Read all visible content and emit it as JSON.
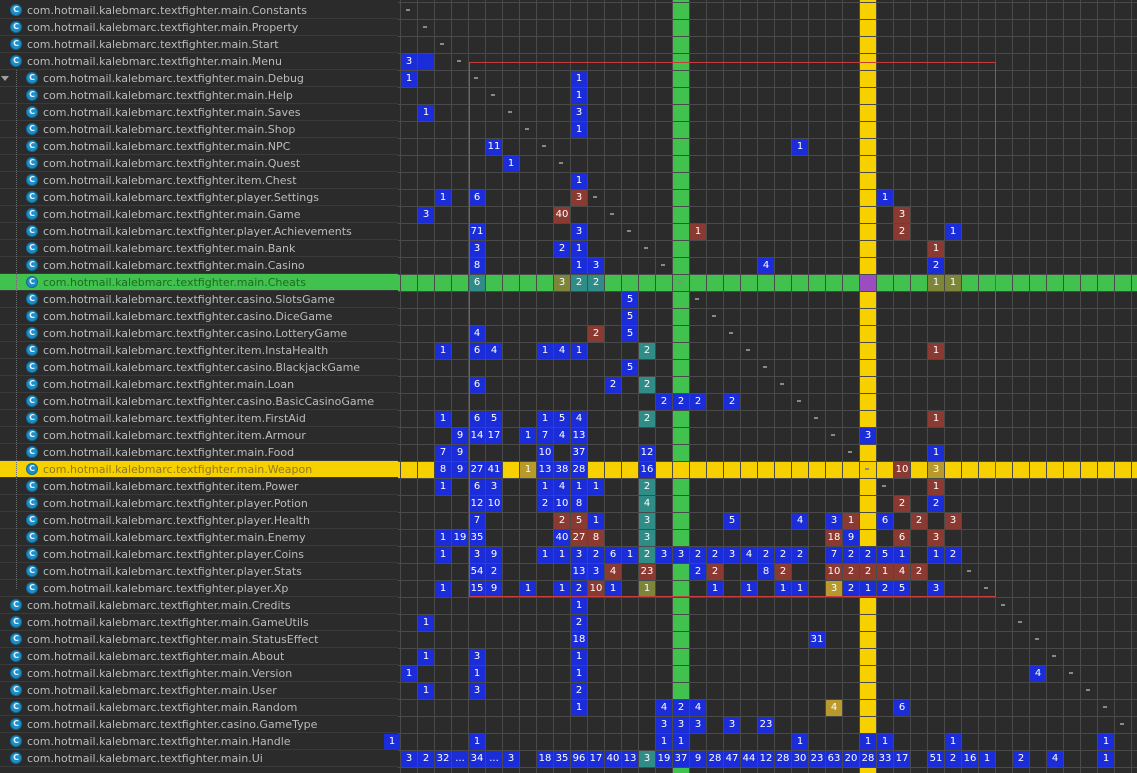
{
  "rows": [
    {
      "label": "com.hotmail.kalebmarc.textfighter.main.Constants",
      "depth": 0
    },
    {
      "label": "com.hotmail.kalebmarc.textfighter.main.Property",
      "depth": 0
    },
    {
      "label": "com.hotmail.kalebmarc.textfighter.main.Start",
      "depth": 0
    },
    {
      "label": "com.hotmail.kalebmarc.textfighter.main.Menu",
      "depth": 0
    },
    {
      "label": "com.hotmail.kalebmarc.textfighter.main.Debug",
      "depth": 1
    },
    {
      "label": "com.hotmail.kalebmarc.textfighter.main.Help",
      "depth": 1
    },
    {
      "label": "com.hotmail.kalebmarc.textfighter.main.Saves",
      "depth": 1
    },
    {
      "label": "com.hotmail.kalebmarc.textfighter.main.Shop",
      "depth": 1
    },
    {
      "label": "com.hotmail.kalebmarc.textfighter.main.NPC",
      "depth": 1
    },
    {
      "label": "com.hotmail.kalebmarc.textfighter.main.Quest",
      "depth": 1
    },
    {
      "label": "com.hotmail.kalebmarc.textfighter.item.Chest",
      "depth": 1
    },
    {
      "label": "com.hotmail.kalebmarc.textfighter.player.Settings",
      "depth": 1
    },
    {
      "label": "com.hotmail.kalebmarc.textfighter.main.Game",
      "depth": 1
    },
    {
      "label": "com.hotmail.kalebmarc.textfighter.player.Achievements",
      "depth": 1
    },
    {
      "label": "com.hotmail.kalebmarc.textfighter.main.Bank",
      "depth": 1
    },
    {
      "label": "com.hotmail.kalebmarc.textfighter.main.Casino",
      "depth": 1
    },
    {
      "label": "com.hotmail.kalebmarc.textfighter.main.Cheats",
      "depth": 1
    },
    {
      "label": "com.hotmail.kalebmarc.textfighter.casino.SlotsGame",
      "depth": 1
    },
    {
      "label": "com.hotmail.kalebmarc.textfighter.casino.DiceGame",
      "depth": 1
    },
    {
      "label": "com.hotmail.kalebmarc.textfighter.casino.LotteryGame",
      "depth": 1
    },
    {
      "label": "com.hotmail.kalebmarc.textfighter.item.InstaHealth",
      "depth": 1
    },
    {
      "label": "com.hotmail.kalebmarc.textfighter.casino.BlackjackGame",
      "depth": 1
    },
    {
      "label": "com.hotmail.kalebmarc.textfighter.main.Loan",
      "depth": 1
    },
    {
      "label": "com.hotmail.kalebmarc.textfighter.casino.BasicCasinoGame",
      "depth": 1
    },
    {
      "label": "com.hotmail.kalebmarc.textfighter.item.FirstAid",
      "depth": 1
    },
    {
      "label": "com.hotmail.kalebmarc.textfighter.item.Armour",
      "depth": 1
    },
    {
      "label": "com.hotmail.kalebmarc.textfighter.main.Food",
      "depth": 1
    },
    {
      "label": "com.hotmail.kalebmarc.textfighter.main.Weapon",
      "depth": 1
    },
    {
      "label": "com.hotmail.kalebmarc.textfighter.item.Power",
      "depth": 1
    },
    {
      "label": "com.hotmail.kalebmarc.textfighter.player.Potion",
      "depth": 1
    },
    {
      "label": "com.hotmail.kalebmarc.textfighter.player.Health",
      "depth": 1
    },
    {
      "label": "com.hotmail.kalebmarc.textfighter.main.Enemy",
      "depth": 1
    },
    {
      "label": "com.hotmail.kalebmarc.textfighter.player.Coins",
      "depth": 1
    },
    {
      "label": "com.hotmail.kalebmarc.textfighter.player.Stats",
      "depth": 1
    },
    {
      "label": "com.hotmail.kalebmarc.textfighter.player.Xp",
      "depth": 1
    },
    {
      "label": "com.hotmail.kalebmarc.textfighter.main.Credits",
      "depth": 0
    },
    {
      "label": "com.hotmail.kalebmarc.textfighter.main.GameUtils",
      "depth": 0
    },
    {
      "label": "com.hotmail.kalebmarc.textfighter.main.StatusEffect",
      "depth": 0
    },
    {
      "label": "com.hotmail.kalebmarc.textfighter.main.About",
      "depth": 0
    },
    {
      "label": "com.hotmail.kalebmarc.textfighter.main.Version",
      "depth": 0
    },
    {
      "label": "com.hotmail.kalebmarc.textfighter.main.User",
      "depth": 0
    },
    {
      "label": "com.hotmail.kalebmarc.textfighter.main.Random",
      "depth": 0
    },
    {
      "label": "com.hotmail.kalebmarc.textfighter.casino.GameType",
      "depth": 0
    },
    {
      "label": "com.hotmail.kalebmarc.textfighter.main.Handle",
      "depth": 0
    },
    {
      "label": "com.hotmail.kalebmarc.textfighter.main.Ui",
      "depth": 0
    }
  ],
  "icon_glyph": "C",
  "selection": {
    "green_row": 16,
    "green_column": 16,
    "yellow_row": 27,
    "yellow_column": 27
  },
  "colors": {
    "green": "#41c14d",
    "yellow": "#f7d000",
    "purple": "#9b4dc0",
    "cycle_box": "#c63d3d",
    "blue": "#1b2dd8",
    "red": "#8b3a32",
    "teal": "#2f8c86"
  },
  "cycle_box": {
    "first_row": 4,
    "last_row": 34
  },
  "matrix": {
    "3": [
      [
        0,
        "3"
      ],
      [
        1,
        ""
      ]
    ],
    "4": [
      [
        0,
        "1"
      ],
      [
        10,
        "1"
      ]
    ],
    "5": [
      [
        10,
        "1"
      ]
    ],
    "6": [
      [
        1,
        "1"
      ],
      [
        10,
        "3"
      ]
    ],
    "7": [
      [
        10,
        "1"
      ]
    ],
    "8": [
      [
        5,
        "11"
      ],
      [
        23,
        "1"
      ]
    ],
    "9": [
      [
        6,
        "1"
      ]
    ],
    "10": [
      [
        10,
        "1"
      ]
    ],
    "11": [
      [
        2,
        "1"
      ],
      [
        4,
        "6"
      ],
      [
        10,
        "3",
        "red"
      ],
      [
        28,
        "1"
      ]
    ],
    "12": [
      [
        1,
        "3"
      ],
      [
        9,
        "40",
        "red"
      ],
      [
        29,
        "3",
        "red"
      ]
    ],
    "13": [
      [
        4,
        "71"
      ],
      [
        10,
        "3"
      ],
      [
        17,
        "1",
        "red"
      ],
      [
        29,
        "2",
        "red"
      ],
      [
        32,
        "1"
      ]
    ],
    "14": [
      [
        4,
        "3"
      ],
      [
        9,
        "2"
      ],
      [
        10,
        "1"
      ],
      [
        31,
        "1",
        "red"
      ]
    ],
    "15": [
      [
        4,
        "8"
      ],
      [
        10,
        "1"
      ],
      [
        11,
        "3"
      ],
      [
        21,
        "4"
      ],
      [
        31,
        "2"
      ]
    ],
    "16": [
      [
        4,
        "6",
        "teal"
      ],
      [
        9,
        "3",
        "olive"
      ],
      [
        10,
        "2",
        "teal"
      ],
      [
        11,
        "2",
        "teal"
      ],
      [
        31,
        "1",
        "olive"
      ],
      [
        32,
        "1",
        "olive"
      ]
    ],
    "19": [
      [
        4,
        "4"
      ],
      [
        11,
        "2",
        "red"
      ],
      [
        13,
        "5"
      ]
    ],
    "17": [
      [
        13,
        "5"
      ]
    ],
    "18": [
      [
        13,
        "5"
      ]
    ],
    "20": [
      [
        2,
        "1"
      ],
      [
        4,
        "6"
      ],
      [
        5,
        "4"
      ],
      [
        8,
        "1"
      ],
      [
        9,
        "4"
      ],
      [
        10,
        "1"
      ],
      [
        14,
        "2",
        "teal"
      ],
      [
        31,
        "1",
        "red"
      ]
    ],
    "21": [
      [
        13,
        "5"
      ]
    ],
    "22": [
      [
        4,
        "6"
      ],
      [
        12,
        "2"
      ],
      [
        14,
        "2",
        "teal"
      ]
    ],
    "23": [
      [
        15,
        "2"
      ],
      [
        16,
        "2"
      ],
      [
        17,
        "2"
      ],
      [
        19,
        "2"
      ]
    ],
    "24": [
      [
        2,
        "1"
      ],
      [
        4,
        "6"
      ],
      [
        5,
        "5"
      ],
      [
        8,
        "1"
      ],
      [
        9,
        "5"
      ],
      [
        10,
        "4"
      ],
      [
        14,
        "2",
        "teal"
      ],
      [
        31,
        "1",
        "red"
      ]
    ],
    "25": [
      [
        3,
        "9"
      ],
      [
        4,
        "14"
      ],
      [
        5,
        "17"
      ],
      [
        7,
        "1"
      ],
      [
        8,
        "7"
      ],
      [
        9,
        "4"
      ],
      [
        10,
        "13"
      ],
      [
        27,
        "3"
      ]
    ],
    "26": [
      [
        2,
        "7"
      ],
      [
        3,
        "9"
      ],
      [
        8,
        "10"
      ],
      [
        10,
        "37"
      ],
      [
        14,
        "12"
      ],
      [
        31,
        "1"
      ]
    ],
    "27": [
      [
        2,
        "8"
      ],
      [
        3,
        "9"
      ],
      [
        4,
        "27"
      ],
      [
        5,
        "41"
      ],
      [
        7,
        "1",
        "gold"
      ],
      [
        8,
        "13"
      ],
      [
        9,
        "38"
      ],
      [
        10,
        "28"
      ],
      [
        14,
        "16"
      ],
      [
        29,
        "10",
        "red"
      ],
      [
        31,
        "3",
        "gold"
      ]
    ],
    "28": [
      [
        2,
        "1"
      ],
      [
        4,
        "6"
      ],
      [
        5,
        "3"
      ],
      [
        8,
        "1"
      ],
      [
        9,
        "4"
      ],
      [
        10,
        "1"
      ],
      [
        11,
        "1"
      ],
      [
        14,
        "2",
        "teal"
      ],
      [
        31,
        "1",
        "red"
      ]
    ],
    "29": [
      [
        4,
        "12"
      ],
      [
        5,
        "10"
      ],
      [
        8,
        "2"
      ],
      [
        9,
        "10"
      ],
      [
        10,
        "8"
      ],
      [
        14,
        "4",
        "teal"
      ],
      [
        29,
        "2",
        "red"
      ],
      [
        31,
        "2"
      ]
    ],
    "30": [
      [
        4,
        "7"
      ],
      [
        9,
        "2",
        "red"
      ],
      [
        10,
        "5",
        "red"
      ],
      [
        11,
        "1"
      ],
      [
        14,
        "3",
        "teal"
      ],
      [
        19,
        "5"
      ],
      [
        23,
        "4"
      ],
      [
        25,
        "3"
      ],
      [
        26,
        "1",
        "red"
      ],
      [
        28,
        "6"
      ],
      [
        30,
        "2",
        "red"
      ],
      [
        32,
        "3",
        "red"
      ]
    ],
    "31": [
      [
        2,
        "1"
      ],
      [
        3,
        "19"
      ],
      [
        4,
        "35"
      ],
      [
        9,
        "40"
      ],
      [
        10,
        "27",
        "red"
      ],
      [
        11,
        "8",
        "red"
      ],
      [
        14,
        "3",
        "teal"
      ],
      [
        25,
        "18",
        "red"
      ],
      [
        26,
        "9"
      ],
      [
        29,
        "6",
        "red"
      ],
      [
        31,
        "3",
        "red"
      ]
    ],
    "32": [
      [
        2,
        "1"
      ],
      [
        4,
        "3"
      ],
      [
        5,
        "9"
      ],
      [
        8,
        "1"
      ],
      [
        9,
        "1"
      ],
      [
        10,
        "3"
      ],
      [
        11,
        "2"
      ],
      [
        12,
        "6"
      ],
      [
        13,
        "1"
      ],
      [
        14,
        "2",
        "teal"
      ],
      [
        15,
        "3"
      ],
      [
        16,
        "3"
      ],
      [
        17,
        "2"
      ],
      [
        18,
        "2"
      ],
      [
        19,
        "3"
      ],
      [
        20,
        "4"
      ],
      [
        21,
        "2"
      ],
      [
        22,
        "2"
      ],
      [
        23,
        "2"
      ],
      [
        25,
        "7"
      ],
      [
        26,
        "2"
      ],
      [
        27,
        "2"
      ],
      [
        28,
        "5"
      ],
      [
        29,
        "1"
      ],
      [
        31,
        "1"
      ],
      [
        32,
        "2"
      ]
    ],
    "33": [
      [
        4,
        "54"
      ],
      [
        5,
        "2"
      ],
      [
        10,
        "13"
      ],
      [
        11,
        "3"
      ],
      [
        12,
        "4",
        "red"
      ],
      [
        14,
        "23",
        "red"
      ],
      [
        17,
        "2"
      ],
      [
        18,
        "2",
        "red"
      ],
      [
        21,
        "8"
      ],
      [
        22,
        "2",
        "red"
      ],
      [
        25,
        "10",
        "red"
      ],
      [
        26,
        "2",
        "red"
      ],
      [
        27,
        "2",
        "red"
      ],
      [
        28,
        "1",
        "red"
      ],
      [
        29,
        "4",
        "red"
      ],
      [
        30,
        "2",
        "red"
      ]
    ],
    "34": [
      [
        2,
        "1"
      ],
      [
        4,
        "15"
      ],
      [
        5,
        "9"
      ],
      [
        7,
        "1"
      ],
      [
        9,
        "1"
      ],
      [
        10,
        "2"
      ],
      [
        11,
        "10",
        "red"
      ],
      [
        12,
        "1"
      ],
      [
        14,
        "1",
        "olive"
      ],
      [
        18,
        "1"
      ],
      [
        20,
        "1"
      ],
      [
        22,
        "1"
      ],
      [
        23,
        "1"
      ],
      [
        25,
        "3",
        "gold"
      ],
      [
        26,
        "2"
      ],
      [
        27,
        "1"
      ],
      [
        28,
        "2"
      ],
      [
        29,
        "5"
      ],
      [
        31,
        "3"
      ]
    ],
    "35": [
      [
        10,
        "1"
      ]
    ],
    "36": [
      [
        1,
        "1"
      ],
      [
        10,
        "2"
      ]
    ],
    "37": [
      [
        10,
        "18"
      ],
      [
        24,
        "31"
      ]
    ],
    "38": [
      [
        1,
        "1"
      ],
      [
        4,
        "3"
      ],
      [
        10,
        "1"
      ]
    ],
    "39": [
      [
        0,
        "1"
      ],
      [
        4,
        "1"
      ],
      [
        10,
        "1"
      ],
      [
        37,
        "4"
      ]
    ],
    "40": [
      [
        1,
        "1"
      ],
      [
        4,
        "3"
      ],
      [
        10,
        "2"
      ]
    ],
    "41": [
      [
        10,
        "1"
      ],
      [
        15,
        "4"
      ],
      [
        16,
        "2"
      ],
      [
        17,
        "4"
      ],
      [
        25,
        "4",
        "gold"
      ],
      [
        29,
        "6"
      ]
    ],
    "42": [
      [
        15,
        "3"
      ],
      [
        16,
        "3"
      ],
      [
        17,
        "3"
      ],
      [
        19,
        "3"
      ],
      [
        21,
        "23"
      ]
    ],
    "43": [
      [
        -1,
        "1"
      ],
      [
        4,
        "1"
      ],
      [
        15,
        "1"
      ],
      [
        16,
        "1"
      ],
      [
        23,
        "1"
      ],
      [
        27,
        "1"
      ],
      [
        28,
        "1"
      ],
      [
        32,
        "1"
      ],
      [
        41,
        "1"
      ]
    ],
    "44": [
      [
        0,
        "3"
      ],
      [
        1,
        "2"
      ],
      [
        2,
        "32"
      ],
      [
        3,
        "..."
      ],
      [
        4,
        "34"
      ],
      [
        5,
        "..."
      ],
      [
        6,
        "3"
      ],
      [
        8,
        "18"
      ],
      [
        9,
        "35"
      ],
      [
        10,
        "96"
      ],
      [
        11,
        "17"
      ],
      [
        12,
        "40"
      ],
      [
        13,
        "13"
      ],
      [
        14,
        "3",
        "teal"
      ],
      [
        15,
        "19"
      ],
      [
        16,
        "37"
      ],
      [
        17,
        "9"
      ],
      [
        18,
        "28"
      ],
      [
        19,
        "47"
      ],
      [
        20,
        "44"
      ],
      [
        21,
        "12"
      ],
      [
        22,
        "28"
      ],
      [
        23,
        "30"
      ],
      [
        24,
        "23"
      ],
      [
        25,
        "63"
      ],
      [
        26,
        "20"
      ],
      [
        27,
        "28"
      ],
      [
        28,
        "33"
      ],
      [
        29,
        "17"
      ],
      [
        31,
        "51"
      ],
      [
        32,
        "2"
      ],
      [
        33,
        "16"
      ],
      [
        34,
        "1"
      ],
      [
        36,
        "2"
      ],
      [
        38,
        "4"
      ],
      [
        41,
        "1"
      ]
    ]
  }
}
